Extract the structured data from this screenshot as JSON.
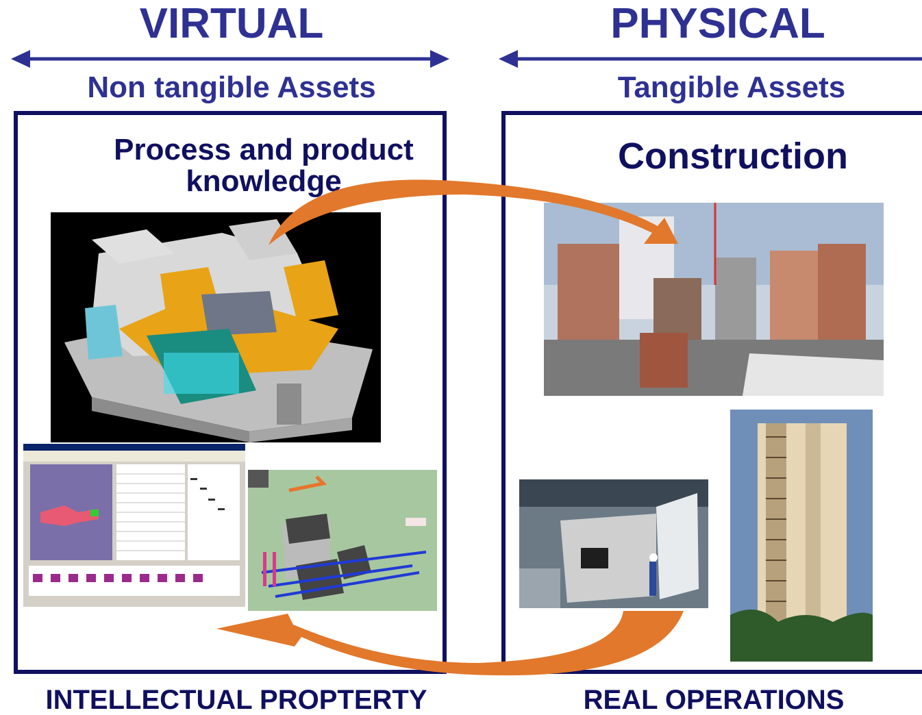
{
  "left": {
    "heading": "VIRTUAL",
    "subheading": "Non tangible Assets",
    "panel_title": "Process and product knowledge",
    "footer": "INTELLECTUAL PROPTERTY",
    "images": [
      "3d-building-model",
      "planning-software-screenshot",
      "3d-plant-simulation"
    ]
  },
  "right": {
    "heading": "PHYSICAL",
    "subheading": "Tangible Assets",
    "panel_title": "Construction",
    "footer": "REAL OPERATIONS",
    "images": [
      "construction-site-photo",
      "prefab-factory-photo",
      "highrise-tower-photo"
    ]
  },
  "colors": {
    "heading": "#2e3192",
    "panel_border": "#101060",
    "cycle_arrow": "#e2782b"
  }
}
